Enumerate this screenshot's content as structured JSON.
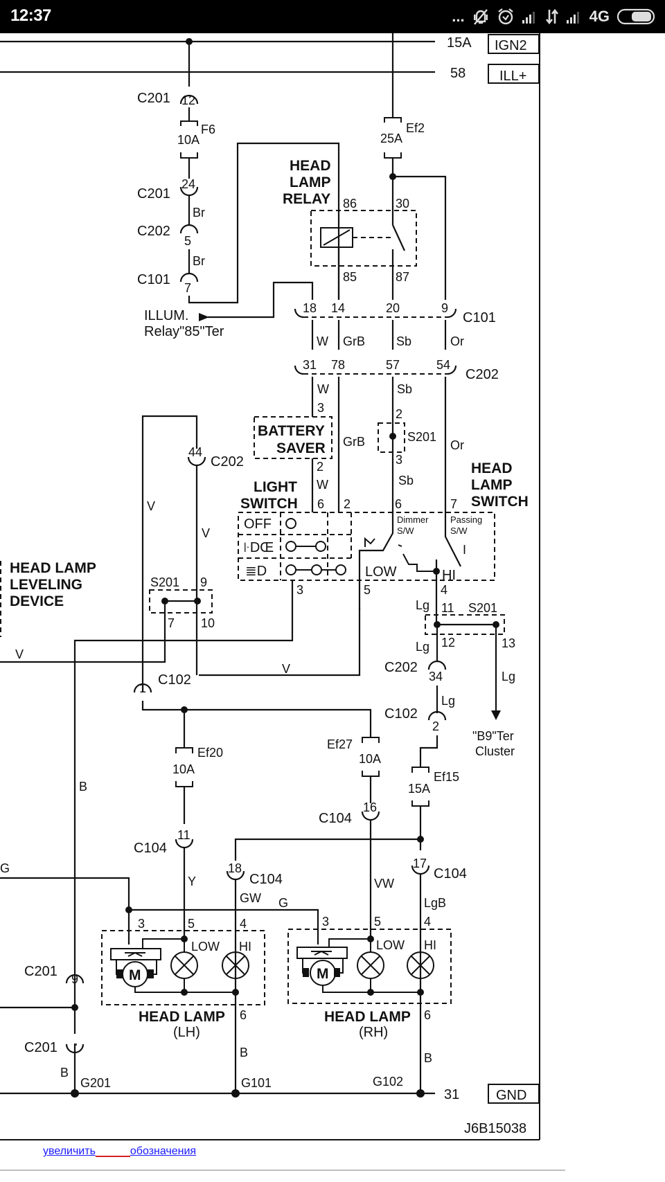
{
  "status_bar": {
    "time": "12:37",
    "icons": [
      "more-dots-icon",
      "vibrate-mute-icon",
      "alarm-icon",
      "signal-icon",
      "data-transfer-icon",
      "signal-2-icon",
      "battery-icon"
    ],
    "more": "...",
    "network": "4G"
  },
  "diagram": {
    "code": "J6B15038",
    "rails": [
      {
        "number": "15A",
        "name": "IGN2"
      },
      {
        "number": "58",
        "name": "ILL+"
      },
      {
        "number": "31",
        "name": "GND"
      }
    ],
    "components": {
      "head_lamp_relay": [
        "HEAD",
        "LAMP",
        "RELAY"
      ],
      "battery_saver": [
        "BATTERY",
        "SAVER"
      ],
      "light_switch": [
        "LIGHT",
        "SWITCH"
      ],
      "head_lamp_switch": [
        "HEAD",
        "LAMP",
        "SWITCH"
      ],
      "leveling_device": [
        "HEAD LAMP",
        "LEVELING",
        "DEVICE"
      ],
      "head_lamp_lh": [
        "HEAD LAMP",
        "(LH)"
      ],
      "head_lamp_rh": [
        "HEAD LAMP",
        "(RH)"
      ],
      "illum": [
        "ILLUM.",
        "Relay\"85\"Ter"
      ],
      "b9_cluster": [
        "\"B9\"Ter",
        "Cluster"
      ],
      "dimmer_sw": [
        "Dimmer",
        "S/W"
      ],
      "passing_sw": [
        "Passing",
        "S/W"
      ],
      "switch_positions": [
        "OFF"
      ],
      "low": "LOW",
      "hi": "HI",
      "motor": "M"
    },
    "fuses": [
      {
        "id": "F6",
        "rating": "10A"
      },
      {
        "id": "Ef2",
        "rating": "25A"
      },
      {
        "id": "Ef20",
        "rating": "10A"
      },
      {
        "id": "Ef27",
        "rating": "10A"
      },
      {
        "id": "Ef15",
        "rating": "15A"
      }
    ],
    "connectors": {
      "C201": "C201",
      "C202": "C202",
      "C101": "C101",
      "C102": "C102",
      "C104": "C104",
      "S201": "S201",
      "G201": "G201",
      "G101": "G101",
      "G102": "G102"
    },
    "relay_pins": [
      "86",
      "30",
      "85",
      "87"
    ],
    "c101_pins": [
      "18",
      "14",
      "20",
      "9"
    ],
    "c202_pins": [
      "31",
      "78",
      "57",
      "54"
    ],
    "wire_colors": {
      "Br": "Br",
      "W": "W",
      "GrB": "GrB",
      "Sb": "Sb",
      "Or": "Or",
      "V": "V",
      "Lg": "Lg",
      "B": "B",
      "G": "G",
      "Y": "Y",
      "GW": "GW",
      "VW": "VW",
      "LgB": "LgB"
    },
    "pin_numbers": {
      "p12": "12",
      "p24": "24",
      "p5": "5",
      "p7": "7",
      "p3": "3",
      "p2": "2",
      "p6": "6",
      "p44": "44",
      "p9": "9",
      "p10": "10",
      "p4": "4",
      "p11": "11",
      "p13": "13",
      "p34": "34",
      "p1": "1",
      "p16": "16",
      "p17": "17",
      "p18": "18"
    }
  },
  "footer": {
    "link_zoom": "увеличить",
    "link_legend": "обозначения"
  }
}
